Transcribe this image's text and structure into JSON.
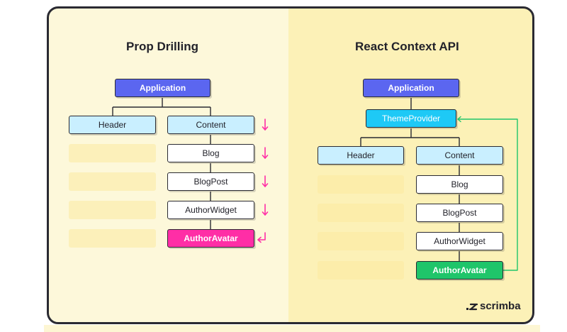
{
  "left_panel": {
    "title": "Prop Drilling",
    "nodes": {
      "application": "Application",
      "header": "Header",
      "content": "Content",
      "blog": "Blog",
      "blogpost": "BlogPost",
      "authorwidget": "AuthorWidget",
      "authoravatar": "AuthorAvatar"
    }
  },
  "right_panel": {
    "title": "React Context API",
    "nodes": {
      "application": "Application",
      "themeprovider": "ThemeProvider",
      "header": "Header",
      "content": "Content",
      "blog": "Blog",
      "blogpost": "BlogPost",
      "authorwidget": "AuthorWidget",
      "authoravatar": "AuthorAvatar"
    }
  },
  "logo": {
    "text": "scrimba"
  },
  "colors": {
    "application": "#5b66f0",
    "prop_arrow": "#ff2ea6",
    "context_arrow": "#1fc56a",
    "theme_provider": "#1ec9f6",
    "highlight_left": "#ff2ea6",
    "highlight_right": "#1fc56a"
  }
}
